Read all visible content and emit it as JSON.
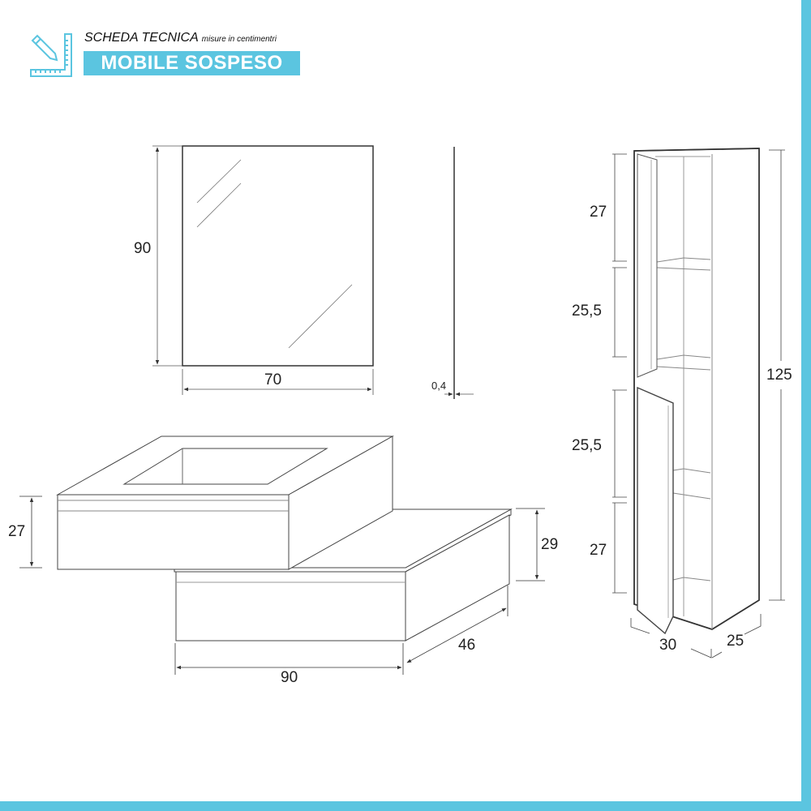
{
  "header": {
    "title": "SCHEDA TECNICA",
    "subtitle": "misure in centimentri",
    "banner": "MOBILE SOSPESO",
    "icon": "ruler-pencil-icon",
    "accent_color": "#5bc5e0"
  },
  "mirror": {
    "height": "90",
    "width": "70",
    "thickness": "0,4"
  },
  "base_cabinet": {
    "upper_height": "27",
    "lower_height": "29",
    "width": "90",
    "depth": "46"
  },
  "column_cabinet": {
    "sections": [
      "27",
      "25,5",
      "25,5",
      "27"
    ],
    "total_height": "125",
    "width": "30",
    "depth": "25"
  }
}
